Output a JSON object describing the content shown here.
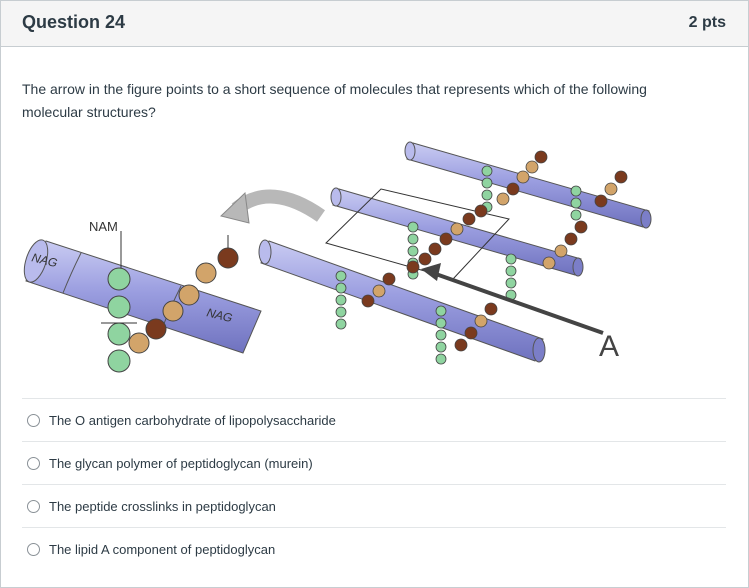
{
  "question": {
    "title": "Question 24",
    "points": "2 pts",
    "text": "The arrow in the figure points to a short sequence of molecules that represents which of the following molecular structures?"
  },
  "figure": {
    "label_nam": "NAM",
    "label_nag_left": "NAG",
    "label_nag_right": "NAG",
    "label_a": "A"
  },
  "answers": [
    {
      "label": "The O antigen carbohydrate of lipopolysaccharide"
    },
    {
      "label": "The glycan polymer of peptidoglycan (murein)"
    },
    {
      "label": "The peptide crosslinks in peptidoglycan"
    },
    {
      "label": "The lipid A component of peptidoglycan"
    }
  ],
  "colors": {
    "cylinder": "#9b9ee0",
    "green_bead": "#8fd4a0",
    "tan_bead": "#d2a46a",
    "brown_bead": "#7a3a1e",
    "header_bg": "#f5f5f5"
  }
}
